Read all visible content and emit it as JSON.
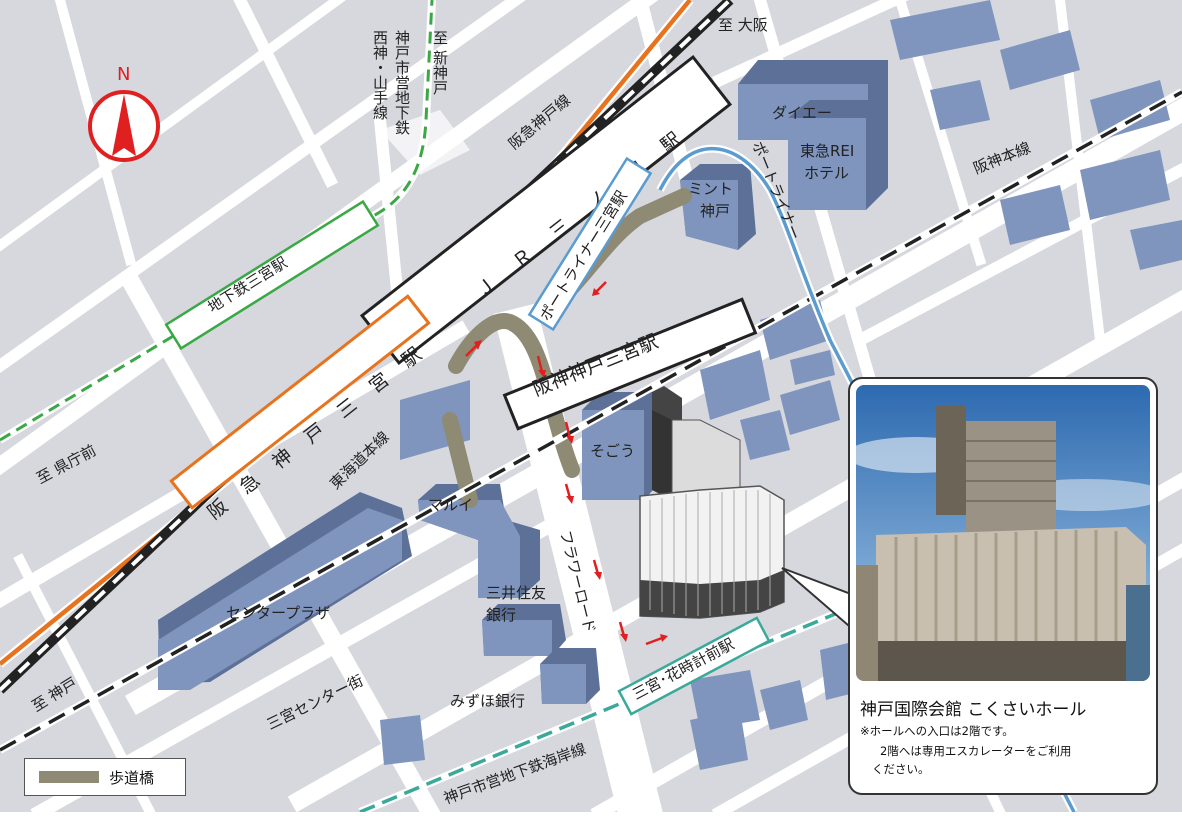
{
  "north": {
    "label": "N"
  },
  "rail_lines": {
    "hankyu": "阪急神戸線",
    "hanshin": "阪神本線",
    "subway_seishin": "西神・山手線",
    "subway_city": "神戸市営地下鉄",
    "subway_kaigan": "神戸市営地下鉄海岸線",
    "jr_tokaido": "東海道本線",
    "port_liner": "ポートライナー"
  },
  "stations": {
    "jr": "ＪＲ三ノ宮駅",
    "hankyu": "阪急神戸三宮駅",
    "hanshin": "阪神神戸三宮駅",
    "subway": "地下鉄三宮駅",
    "portliner": "ポートライナー三宮駅",
    "hanadokei": "三宮･花時計前駅"
  },
  "directions": {
    "shin_kobe": "至 新神戸",
    "osaka": "至 大阪",
    "kencho": "至 県庁前",
    "kobe": "至 神戸"
  },
  "buildings": {
    "daiei": "ダイエー",
    "tokyu_rei_1": "東急REI",
    "tokyu_rei_2": "ホテル",
    "mint_1": "ミント",
    "mint_2": "神戸",
    "sogo": "そごう",
    "marui": "マルイ",
    "center_plaza": "センタープラザ",
    "mitsui_1": "三井住友",
    "mitsui_2": "銀行",
    "mizuho": "みずほ銀行"
  },
  "streets": {
    "flower_road": "フラワーロード",
    "center_gai": "三宮センター街"
  },
  "callout": {
    "title": "神戸国際会館 こくさいホール",
    "note1": "※ホールへの入口は2階です。",
    "note2": "2階へは専用エスカレーターをご利用",
    "note3": "ください。"
  },
  "legend": {
    "label": "歩道橋"
  },
  "colors": {
    "road": "#ffffff",
    "block": "#d6d8de",
    "building": "#7f95bd",
    "hankyu": "#e8731e",
    "portliner": "#5a9bd0",
    "subway_seishin": "#3aa844",
    "subway_kaigan": "#3ba99a",
    "walkway": "#8e8a74",
    "arrow": "#e02020"
  }
}
